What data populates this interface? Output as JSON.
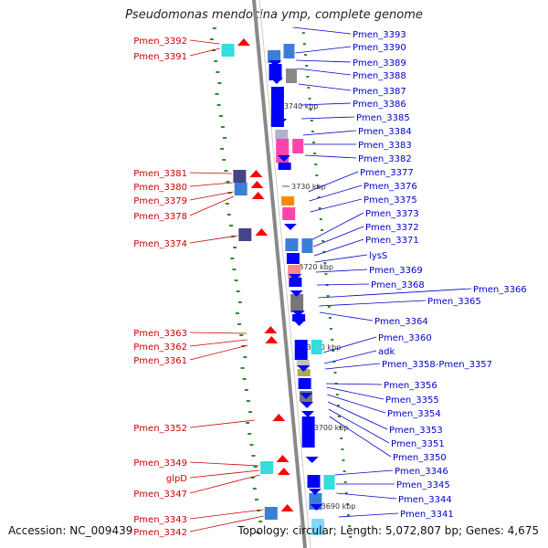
{
  "title": "Pseudomonas mendocina ymp, complete genome",
  "accession": "Accession: NC_009439",
  "topology": "Topology: circular; Length: 5,072,807 bp; Genes: 4,675",
  "kbp_marks": [
    "3740 kbp",
    "3730 kbp",
    "3720 kbp",
    "3710 kbp",
    "3700 kbp",
    "3690 kbp"
  ],
  "left_labels": [
    "Pmen_3392",
    "Pmen_3391",
    "Pmen_3381",
    "Pmen_3380",
    "Pmen_3379",
    "Pmen_3378",
    "Pmen_3374",
    "Pmen_3363",
    "Pmen_3362",
    "Pmen_3361",
    "Pmen_3352",
    "Pmen_3349",
    "glpD",
    "Pmen_3347",
    "Pmen_3343",
    "Pmen_3342"
  ],
  "right_labels": [
    "Pmen_3393",
    "Pmen_3390",
    "Pmen_3389",
    "Pmen_3388",
    "Pmen_3387",
    "Pmen_3386",
    "Pmen_3385",
    "Pmen_3384",
    "Pmen_3383",
    "Pmen_3382",
    "Pmen_3377",
    "Pmen_3376",
    "Pmen_3375",
    "Pmen_3373",
    "Pmen_3372",
    "Pmen_3371",
    "lysS",
    "Pmen_3369",
    "Pmen_3368",
    "Pmen_3366",
    "Pmen_3365",
    "Pmen_3364",
    "Pmen_3360",
    "adk",
    "Pmen_3358-Pmen_3357",
    "Pmen_3356",
    "Pmen_3355",
    "Pmen_3354",
    "Pmen_3353",
    "Pmen_3351",
    "Pmen_3350",
    "Pmen_3346",
    "Pmen_3345",
    "Pmen_3344",
    "Pmen_3341"
  ],
  "colors": {
    "forward_strand": "#ff0000",
    "reverse_strand": "#0000ff",
    "left_label": "#cc0000",
    "right_label": "#0000cc",
    "backbone": "#888888",
    "gc_marks": "#2e8b2e"
  }
}
